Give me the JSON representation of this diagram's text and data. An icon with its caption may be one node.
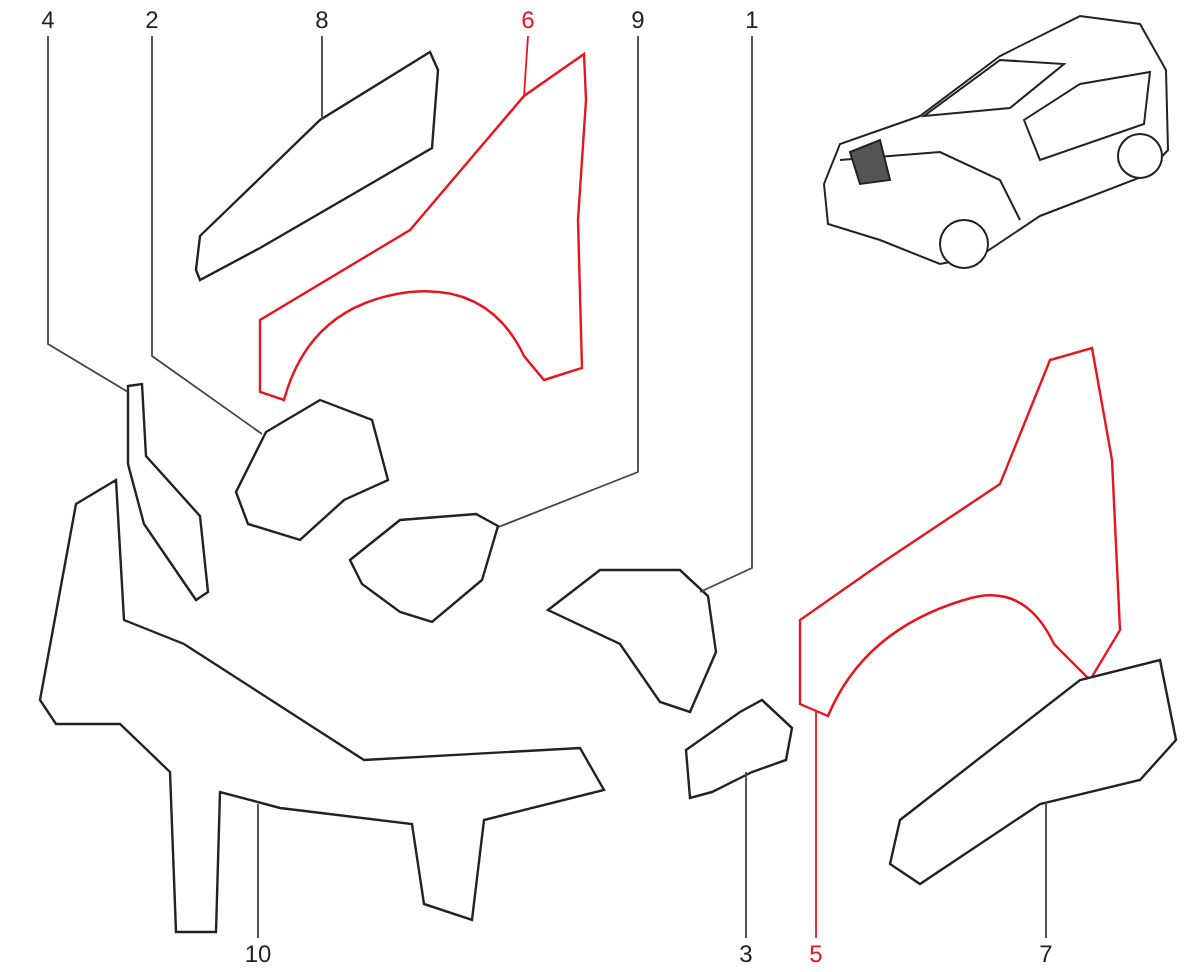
{
  "diagram": {
    "nodes": [
      {
        "text": [
          "4"
        ]
      },
      {
        "text": [
          "2"
        ]
      },
      {
        "text": [
          "8"
        ]
      },
      {
        "text": [
          "6"
        ]
      },
      {
        "text": [
          "9"
        ]
      },
      {
        "text": [
          "1"
        ]
      },
      {
        "text": [
          "10"
        ]
      },
      {
        "text": [
          "3"
        ]
      },
      {
        "text": [
          "5"
        ]
      },
      {
        "text": [
          "7"
        ]
      },
      {
        "text": [],
        "shape": "picture"
      },
      {
        "text": [],
        "shape": "picture"
      },
      {
        "text": [],
        "shape": "picture"
      },
      {
        "text": [],
        "shape": "picture"
      },
      {
        "text": [],
        "shape": "picture"
      },
      {
        "text": [],
        "shape": "picture"
      },
      {
        "text": [],
        "shape": "picture"
      },
      {
        "text": [],
        "shape": "picture"
      },
      {
        "text": [],
        "shape": "picture"
      },
      {
        "text": [],
        "shape": "picture"
      }
    ],
    "edges": [
      {
        "from": 0,
        "to": 10,
        "arrow": "none"
      },
      {
        "from": 1,
        "to": 11,
        "arrow": "none"
      },
      {
        "from": 2,
        "to": 12,
        "arrow": "none"
      },
      {
        "from": 3,
        "to": 13,
        "arrow": "none",
        "color": "#e8141e"
      },
      {
        "from": 4,
        "to": 14,
        "arrow": "none"
      },
      {
        "from": 5,
        "to": 15,
        "arrow": "none"
      },
      {
        "from": 6,
        "to": 16,
        "arrow": "none"
      },
      {
        "from": 7,
        "to": 17,
        "arrow": "none"
      },
      {
        "from": 8,
        "to": 18,
        "arrow": "none",
        "color": "#e8141e"
      },
      {
        "from": 9,
        "to": 19,
        "arrow": "none"
      }
    ]
  }
}
